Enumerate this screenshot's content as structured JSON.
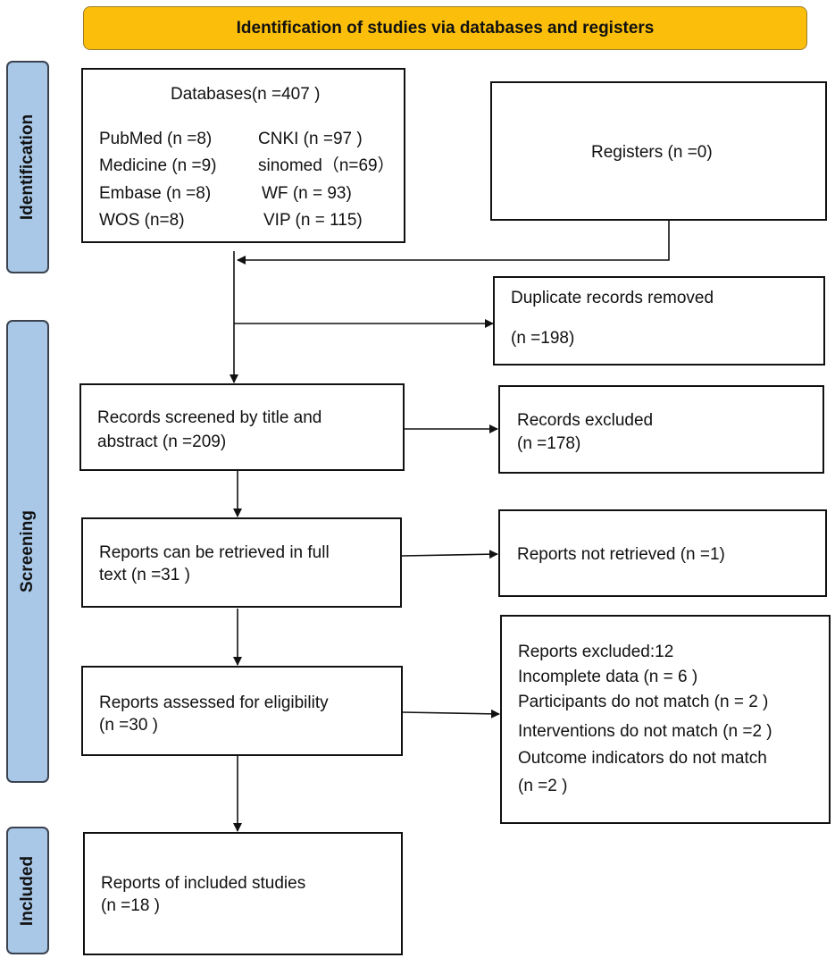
{
  "header": {
    "title": "Identification of studies via databases and registers"
  },
  "phases": {
    "identification": "Identification",
    "screening": "Screening",
    "included": "Included"
  },
  "databases": {
    "title": "Databases(n =407 )",
    "left": [
      "PubMed (n =8)",
      "Medicine (n =9)",
      "Embase (n =8)",
      "WOS (n=8)"
    ],
    "right": [
      "CNKI (n =97 )",
      "sinomed（n=69）",
      "WF (n = 93)",
      "VIP (n = 115)"
    ]
  },
  "registers": {
    "text": "Registers (n =0)"
  },
  "duplicates": {
    "line1": "Duplicate records removed",
    "line2": "(n =198)"
  },
  "screened": {
    "line1": "Records screened by title and",
    "line2": "abstract (n =209)"
  },
  "records_excluded": {
    "line1": "Records excluded",
    "line2": "(n =178)"
  },
  "retrieved": {
    "line1": "Reports can be retrieved in full",
    "line2": "text (n =31 )"
  },
  "not_retrieved": {
    "text": "Reports not retrieved (n =1)"
  },
  "assessed": {
    "line1": "Reports assessed for eligibility",
    "line2": "(n =30 )"
  },
  "reports_excluded": {
    "lines": [
      "Reports excluded:12",
      "Incomplete data (n = 6 )",
      "Participants do not match (n = 2 )",
      "Interventions do not match (n =2 )",
      "Outcome indicators do not match",
      "(n =2 )"
    ]
  },
  "included": {
    "line1": "Reports of included studies",
    "line2": "(n =18 )"
  }
}
